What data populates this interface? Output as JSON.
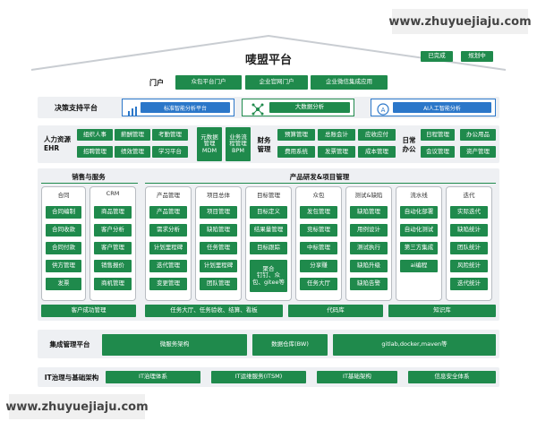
{
  "watermark": "www.zhuyuejiaju.com",
  "title": "唛盟平台",
  "legend": {
    "done": "已完成",
    "planned": "规划中"
  },
  "portal": {
    "label": "门户",
    "items": [
      "众包平台门户",
      "企业官网门户",
      "企业微信集成应用"
    ]
  },
  "decision": {
    "label": "决策支持平台",
    "items": [
      "标准智能分析平台",
      "大数据分析",
      "AI人工智能分析"
    ]
  },
  "hr": {
    "label": "人力资源\nEHR",
    "items": [
      "组织人事",
      "薪酬管理",
      "考勤管理",
      "招聘管理",
      "绩效管理",
      "学习平台"
    ],
    "mdm": "元数据\n管理\nMDM",
    "bpm": "业务流\n程管理\nBPM"
  },
  "finance": {
    "label": "财务\n管理",
    "items": [
      "预算管理",
      "总账会计",
      "应收应付",
      "费用系统",
      "发票管理",
      "成本管理"
    ]
  },
  "office": {
    "label": "日常\n办公",
    "items": [
      "日程管理",
      "办公用品",
      "会议管理",
      "资产管理"
    ]
  },
  "sales": {
    "title": "销售与服务",
    "contract": {
      "title": "合同",
      "items": [
        "合同编制",
        "合同收款",
        "合同付款",
        "供方管理",
        "发票"
      ]
    },
    "crm": {
      "title": "CRM",
      "items": [
        "商品管理",
        "客户分析",
        "客户管理",
        "销售报价",
        "商机管理"
      ]
    },
    "bottom": "客户成功管理"
  },
  "product": {
    "title": "产品研发&项目管理",
    "cols": [
      {
        "title": "产品管理",
        "items": [
          "产品管理",
          "需求分析",
          "计划里程碑",
          "迭代管理",
          "变更管理"
        ]
      },
      {
        "title": "项目总体",
        "items": [
          "项目管理",
          "缺陷管理",
          "任务管理",
          "计划里程碑",
          "团队管理"
        ]
      },
      {
        "title": "目标管理",
        "items": [
          "目标定义",
          "结果量管理",
          "目标跟踪",
          "聚合\n钉钉、众\n包、gitee等"
        ]
      },
      {
        "title": "众包",
        "items": [
          "发包管理",
          "竞标管理",
          "中标管理",
          "分享赚",
          "任务大厅"
        ]
      },
      {
        "title": "测试&缺陷",
        "items": [
          "缺陷管理",
          "用例设计",
          "测试执行",
          "缺陷升级",
          "缺陷告警"
        ]
      },
      {
        "title": "流水线",
        "items": [
          "自动化部署",
          "自动化测试",
          "第三方集成",
          "ai编程"
        ]
      },
      {
        "title": "迭代",
        "items": [
          "实际迭代",
          "缺陷统计",
          "团队统计",
          "风险统计",
          "迭代统计"
        ]
      }
    ],
    "bottom": [
      "任务大厅、任务验收、结算、看板",
      "代码库",
      "知识库"
    ]
  },
  "integration": {
    "label": "集成管理平台",
    "items": [
      "微服务架构",
      "数据仓库(BW)",
      "gitlab,docker,maven等"
    ]
  },
  "itgov": {
    "label": "IT治理与基础架构",
    "items": [
      "IT治理体系",
      "IT运维服务(ITSM)",
      "IT基础架构",
      "信息安全体系"
    ]
  },
  "colors": {
    "green": "#1f8a4c",
    "blue": "#2b77c9",
    "grey": "#eef0f3"
  },
  "icons": [
    "bar-chart-icon",
    "network-icon",
    "ai-icon"
  ]
}
